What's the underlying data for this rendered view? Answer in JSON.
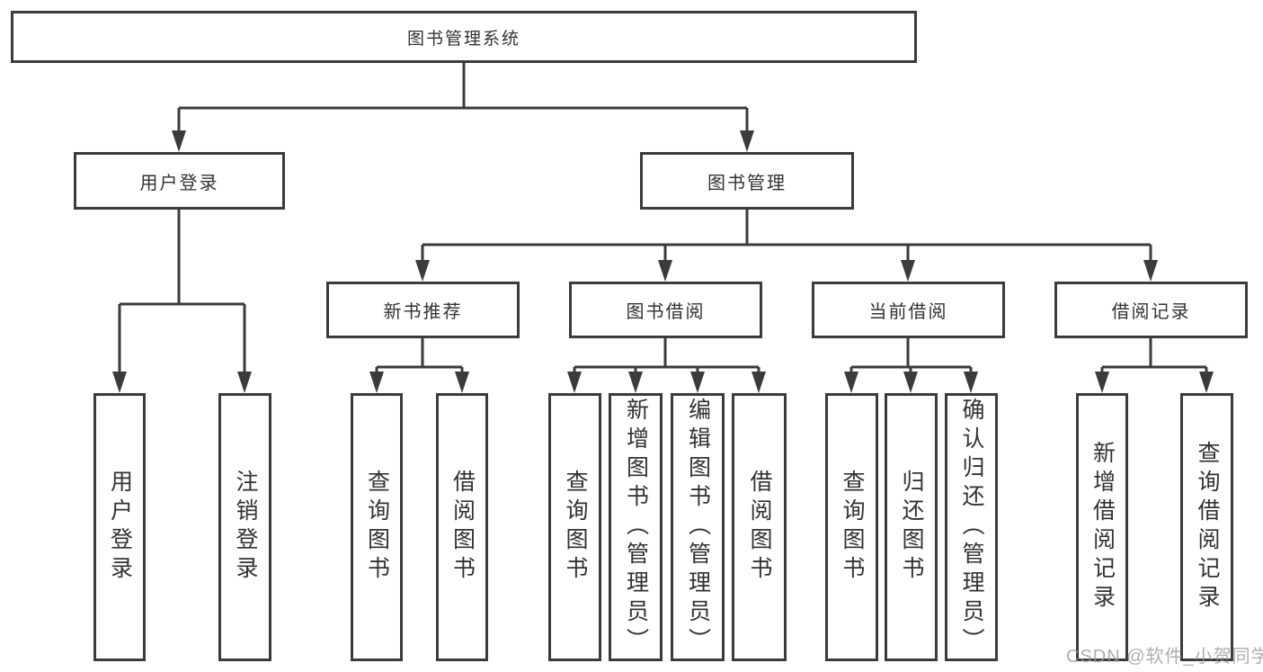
{
  "tree": {
    "root": "图书管理系统",
    "level2": [
      "用户登录",
      "图书管理"
    ],
    "level3": [
      "新书推荐",
      "图书借阅",
      "当前借阅",
      "借阅记录"
    ],
    "user_login_children": [
      "用户登录",
      "注销登录"
    ],
    "new_book_children": [
      "查询图书",
      "借阅图书"
    ],
    "book_borrow_children": [
      "查询图书",
      "新增图书（管理员）",
      "编辑图书（管理员）",
      "借阅图书"
    ],
    "current_borrow_children": [
      "查询图书",
      "归还图书",
      "确认归还（管理员）"
    ],
    "borrow_record_children": [
      "新增借阅记录",
      "查询借阅记录"
    ]
  },
  "watermark": "CSDN @软件_小贺同学",
  "colors": {
    "background": "#ffffff",
    "box_border": "#3b3b3b",
    "connector_line": "#3b3b3b",
    "text": "#323232",
    "watermark_text": "#9a9a9a"
  }
}
